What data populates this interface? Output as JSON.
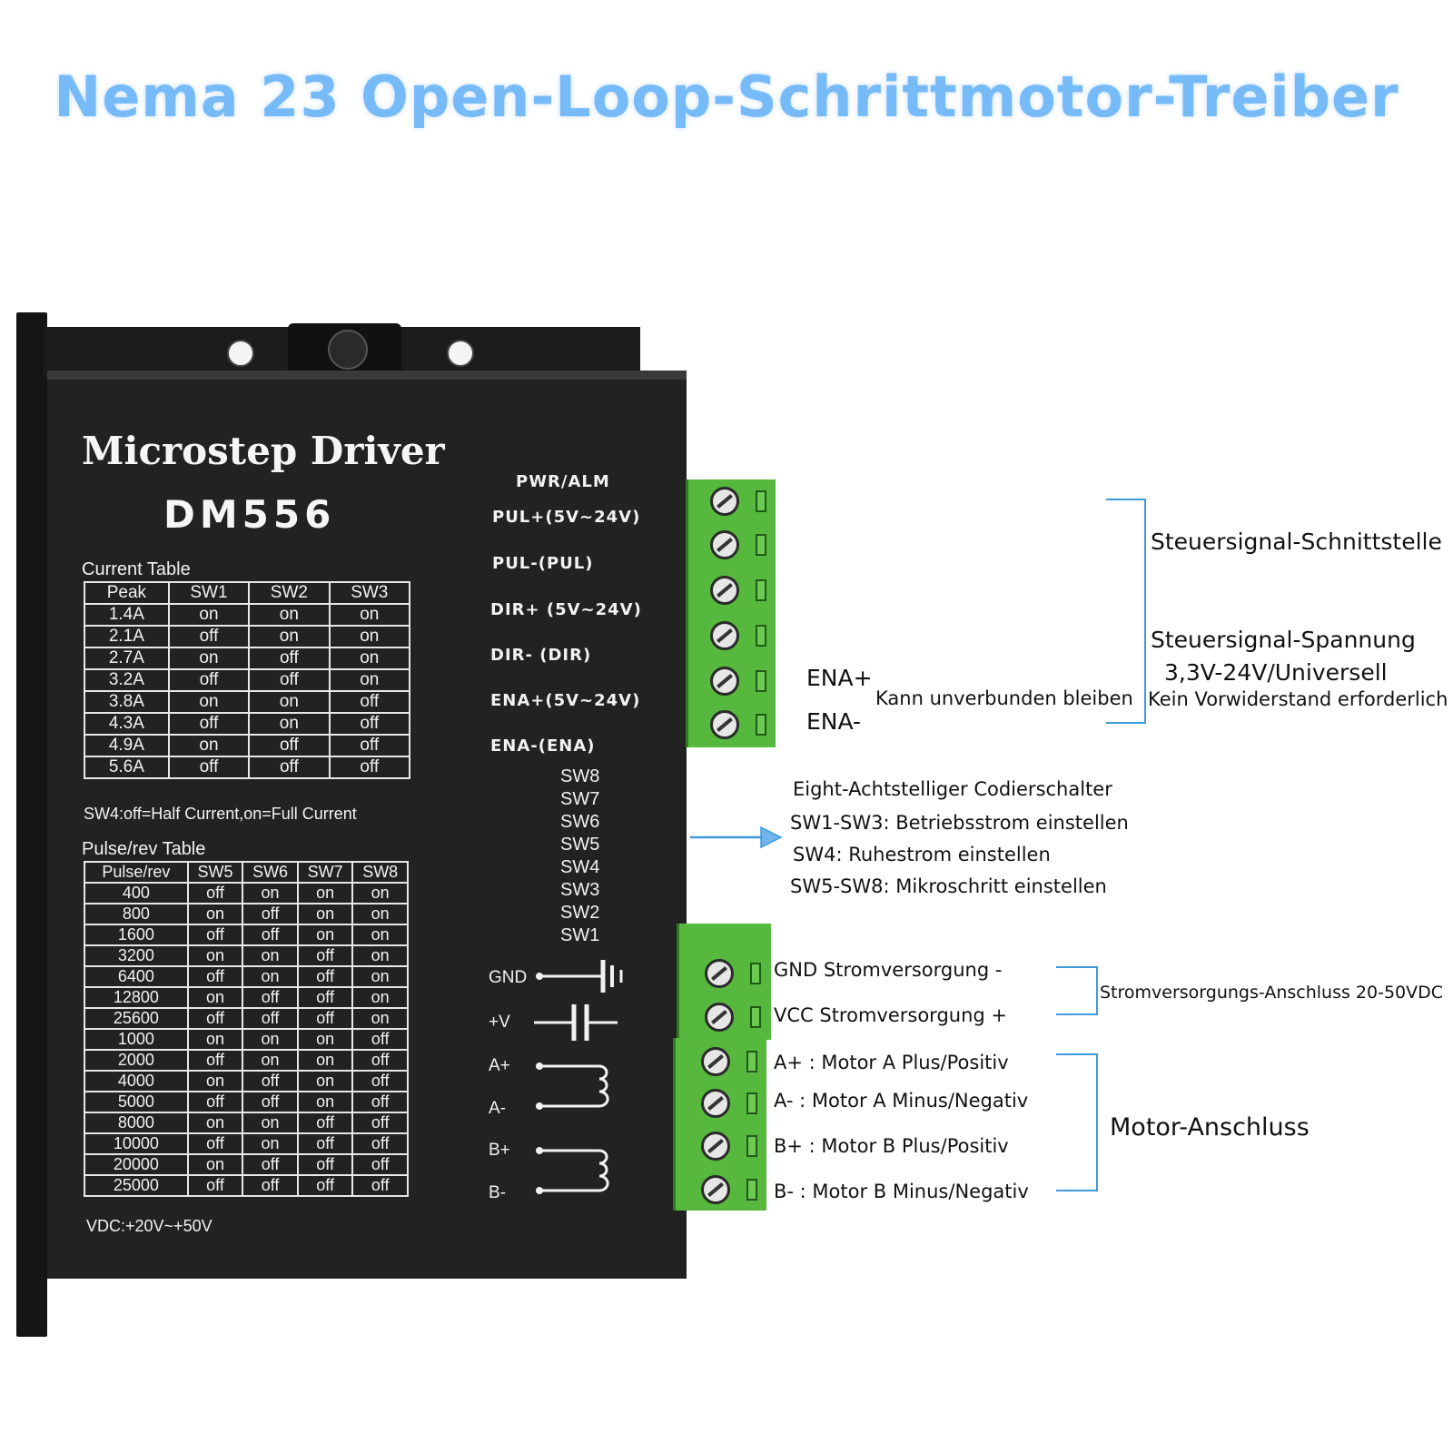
{
  "title": "Nema 23 Open-Loop-Schrittmotor-Treiber",
  "device": {
    "brand": "Microstep Driver",
    "model": "DM556",
    "current_table_title": "Current  Table",
    "current_table": {
      "headers": [
        "Peak",
        "SW1",
        "SW2",
        "SW3"
      ],
      "rows": [
        [
          "1.4A",
          "on",
          "on",
          "on"
        ],
        [
          "2.1A",
          "off",
          "on",
          "on"
        ],
        [
          "2.7A",
          "on",
          "off",
          "on"
        ],
        [
          "3.2A",
          "off",
          "off",
          "on"
        ],
        [
          "3.8A",
          "on",
          "on",
          "off"
        ],
        [
          "4.3A",
          "off",
          "on",
          "off"
        ],
        [
          "4.9A",
          "on",
          "off",
          "off"
        ],
        [
          "5.6A",
          "off",
          "off",
          "off"
        ]
      ]
    },
    "sw4_note": "SW4:off=Half Current,on=Full Current",
    "pulse_table_title": "Pulse/rev Table",
    "pulse_table": {
      "headers": [
        "Pulse/rev",
        "SW5",
        "SW6",
        "SW7",
        "SW8"
      ],
      "rows": [
        [
          "400",
          "off",
          "on",
          "on",
          "on"
        ],
        [
          "800",
          "on",
          "off",
          "on",
          "on"
        ],
        [
          "1600",
          "off",
          "off",
          "on",
          "on"
        ],
        [
          "3200",
          "on",
          "on",
          "off",
          "on"
        ],
        [
          "6400",
          "off",
          "on",
          "off",
          "on"
        ],
        [
          "12800",
          "on",
          "off",
          "off",
          "on"
        ],
        [
          "25600",
          "off",
          "off",
          "off",
          "on"
        ],
        [
          "1000",
          "on",
          "on",
          "on",
          "off"
        ],
        [
          "2000",
          "off",
          "on",
          "on",
          "off"
        ],
        [
          "4000",
          "on",
          "off",
          "on",
          "off"
        ],
        [
          "5000",
          "off",
          "off",
          "on",
          "off"
        ],
        [
          "8000",
          "on",
          "on",
          "off",
          "off"
        ],
        [
          "10000",
          "off",
          "on",
          "off",
          "off"
        ],
        [
          "20000",
          "on",
          "off",
          "off",
          "off"
        ],
        [
          "25000",
          "off",
          "off",
          "off",
          "off"
        ]
      ]
    },
    "vdc": "VDC:+20V~+50V",
    "signal_labels": [
      "PWR/ALM",
      "PUL+(5V~24V)",
      "PUL-(PUL)",
      "DIR+ (5V~24V)",
      "DIR- (DIR)",
      "ENA+(5V~24V)",
      "ENA-(ENA)"
    ],
    "switch_labels": [
      "SW8",
      "SW7",
      "SW6",
      "SW5",
      "SW4",
      "SW3",
      "SW2",
      "SW1"
    ],
    "power_labels": [
      "GND",
      "+V",
      "A+",
      "A-",
      "B+",
      "B-"
    ]
  },
  "annotations": {
    "control_interface": "Steuersignal-Schnittstelle",
    "control_voltage_1": "Steuersignal-Spannung",
    "control_voltage_2": "3,3V-24V/Universell",
    "no_resistor": "Kein Vorwiderstand erforderlich",
    "ena_plus": "ENA+",
    "ena_minus": "ENA-",
    "ena_note": "Kann unverbunden bleiben",
    "dip_title": "Eight-Achtstelliger Codierschalter",
    "dip_1": "SW1-SW3: Betriebsstrom einstellen",
    "dip_2": "SW4: Ruhestrom einstellen",
    "dip_3": "SW5-SW8: Mikroschritt einstellen",
    "gnd": "GND Stromversorgung -",
    "vcc": "VCC Stromversorgung +",
    "power_port": "Stromversorgungs-Anschluss 20-50VDC",
    "a_plus": "A+ : Motor A Plus/Positiv",
    "a_minus": "A- : Motor A Minus/Negativ",
    "b_plus": "B+ : Motor B Plus/Positiv",
    "b_minus": "B- : Motor B Minus/Negativ",
    "motor_port": "Motor-Anschluss"
  },
  "colors": {
    "title": "#76baf7",
    "device": "#222222",
    "terminal": "#57b83e",
    "bracket": "#3f9ad8"
  }
}
